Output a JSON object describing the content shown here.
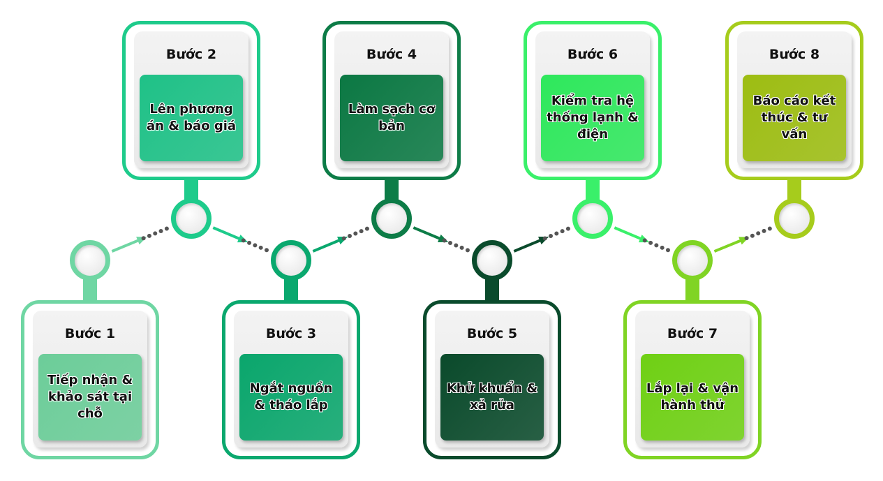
{
  "steps": [
    {
      "title": "Bước 1",
      "text": "Tiếp nhận & khảo sát tại chỗ",
      "border": "#6fd6a3",
      "fill": "#6ccd99"
    },
    {
      "title": "Bước 2",
      "text": "Lên phương án & báo giá",
      "border": "#1ecb8b",
      "fill": "#1fc187"
    },
    {
      "title": "Bước 3",
      "text": "Ngắt nguồn & tháo lắp",
      "border": "#0aa86e",
      "fill": "#0aa66c"
    },
    {
      "title": "Bước 4",
      "text": "Làm sạch cơ bản",
      "border": "#0d7c47",
      "fill": "#0b7843"
    },
    {
      "title": "Bước 5",
      "text": "Khử khuẩn & xả rửa",
      "border": "#0a4b2c",
      "fill": "#0a4a2b"
    },
    {
      "title": "Bước 6",
      "text": "Kiểm tra hệ thống lạnh & điện",
      "border": "#3af06a",
      "fill": "#2ee85c"
    },
    {
      "title": "Bước 7",
      "text": "Lắp lại & vận hành thử",
      "border": "#80d424",
      "fill": "#6fd014"
    },
    {
      "title": "Bước 8",
      "text": "Báo cáo kết thúc & tư vấn",
      "border": "#a6cc1c",
      "fill": "#9dbd12"
    }
  ]
}
